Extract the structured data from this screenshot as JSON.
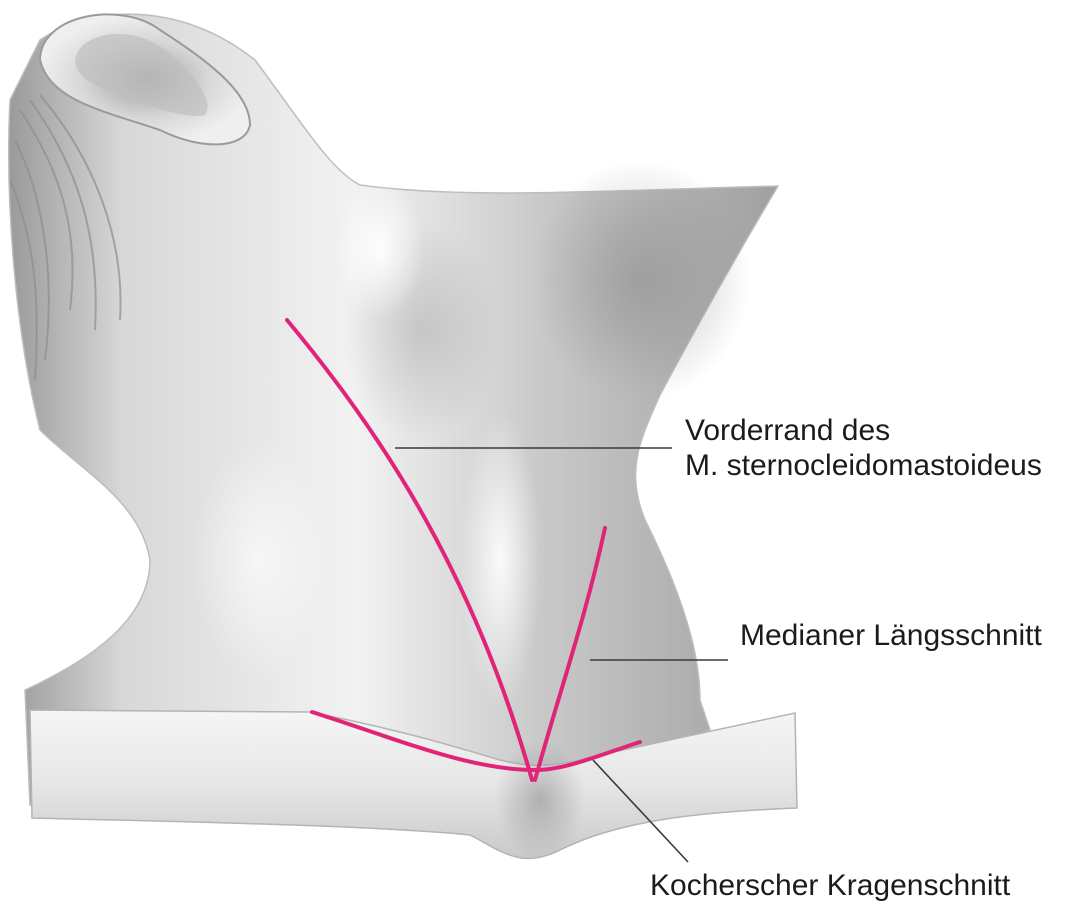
{
  "labels": {
    "sterno_line1": "Vorderrand des",
    "sterno_line2": "M. sternocleidomastoideus",
    "median": "Medianer Längsschnitt",
    "kocher": "Kocherscher Kragenschnitt"
  },
  "colors": {
    "incision": "#e0247a",
    "leader": "#3a3a3a",
    "skin_light": "#f4f4f4",
    "skin_mid": "#cfcfcf",
    "skin_dark": "#8d8d8d"
  },
  "icons": {
    "ear": "ear-icon"
  }
}
